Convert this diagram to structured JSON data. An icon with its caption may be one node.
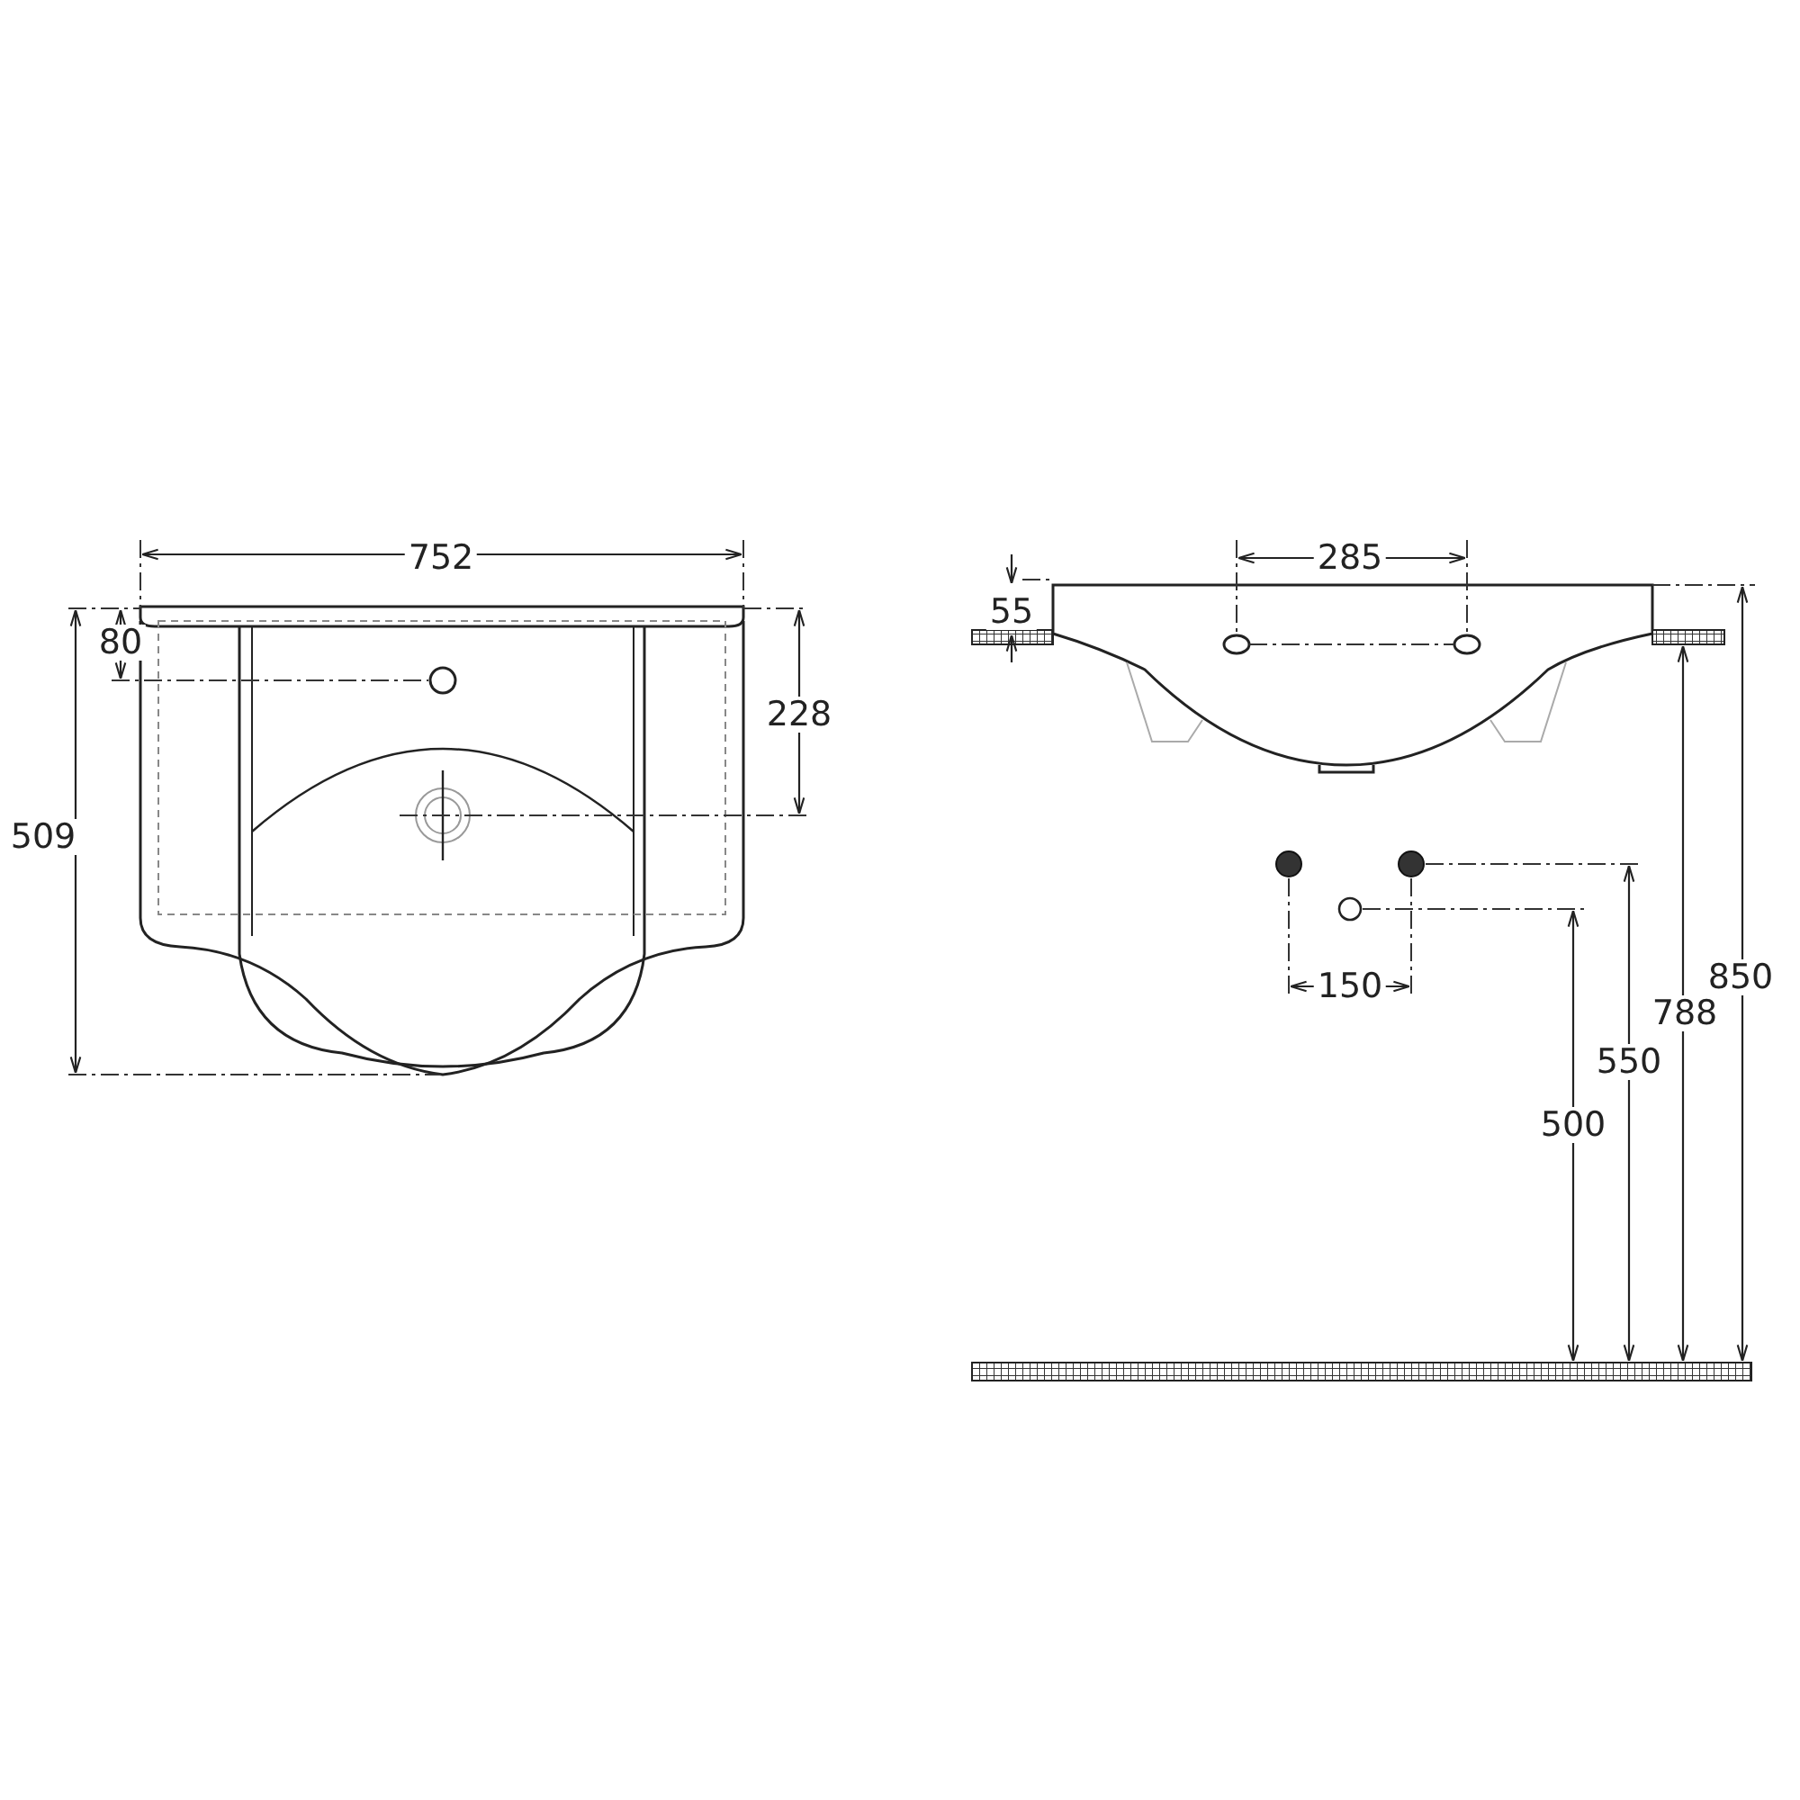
{
  "diagram": {
    "labels": [
      "752",
      "285",
      "55",
      "80",
      "228",
      "509",
      "150",
      "850",
      "788",
      "550",
      "500"
    ]
  }
}
